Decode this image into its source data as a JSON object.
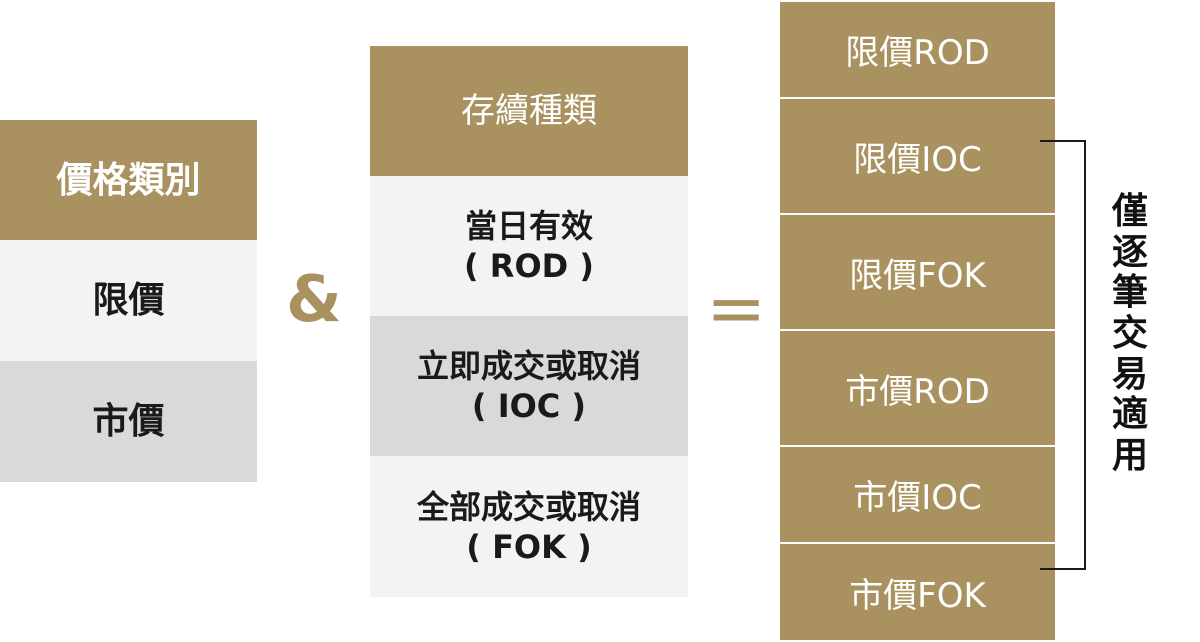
{
  "price_type": {
    "header": "價格類別",
    "rows": [
      "限價",
      "市價"
    ]
  },
  "ampersand": "&",
  "duration": {
    "header": "存續種類",
    "rows": [
      {
        "name": "當日有效",
        "code": "( ROD )"
      },
      {
        "name": "立即成交或取消",
        "code": "( IOC )"
      },
      {
        "name": "全部成交或取消",
        "code": "( FOK )"
      }
    ]
  },
  "equals": "=",
  "combinations": [
    "限價ROD",
    "限價IOC",
    "限價FOK",
    "市價ROD",
    "市價IOC",
    "市價FOK"
  ],
  "note_chars": [
    "僅",
    "逐",
    "筆",
    "交",
    "易",
    "適",
    "用"
  ],
  "colors": {
    "gold": "#a99260",
    "light_row": "#f3f3f3",
    "gray_row": "#d9d9d9"
  }
}
